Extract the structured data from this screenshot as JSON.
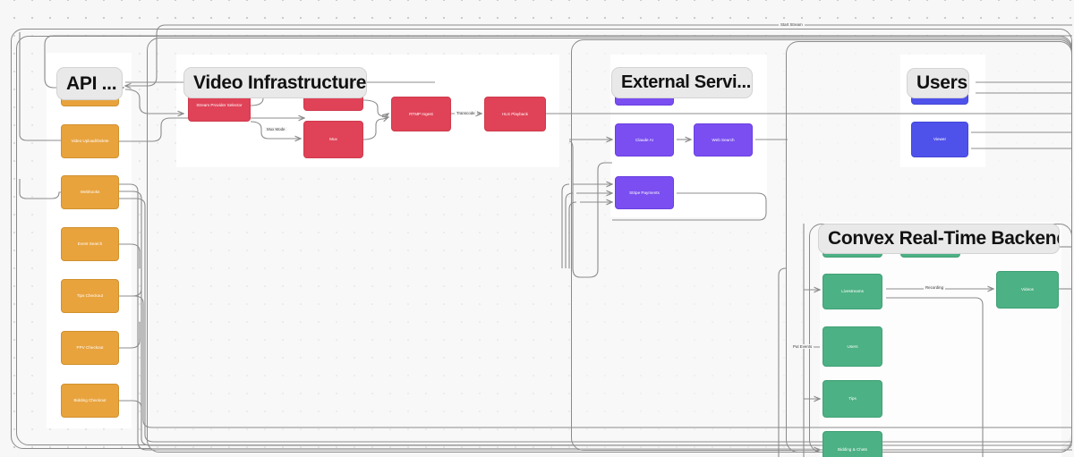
{
  "canvas": {
    "background_color": "#f7f7f7",
    "grid_dot_color": "#c9c9c9"
  },
  "palette": {
    "orange": "#e8a33d",
    "red": "#e04257",
    "purple": "#7a4ef0",
    "blue": "#4f52ea",
    "green": "#4cb184",
    "edge": "#8c8c8c",
    "group_border": "#8a8a8a",
    "group_title_bg": "#e9e9e9"
  },
  "groups": [
    {
      "id": "api",
      "title": "API ..."
    },
    {
      "id": "video",
      "title": "Video Infrastructure"
    },
    {
      "id": "external",
      "title": "External Servi..."
    },
    {
      "id": "users",
      "title": "Users"
    },
    {
      "id": "convex",
      "title": "Convex Real-Time Backend"
    }
  ],
  "nodes": {
    "api": [
      {
        "label": "",
        "color": "orange"
      },
      {
        "label": "Video Upload/Delete",
        "color": "orange"
      },
      {
        "label": "Webhooks",
        "color": "orange"
      },
      {
        "label": "Event Search",
        "color": "orange"
      },
      {
        "label": "Tips Checkout",
        "color": "orange"
      },
      {
        "label": "PPV Checkout",
        "color": "orange"
      },
      {
        "label": "Bidding Checkout",
        "color": "orange"
      }
    ],
    "video": [
      {
        "label": "Stream Provider Selector",
        "color": "red"
      },
      {
        "label": "",
        "color": "red"
      },
      {
        "label": "Mux",
        "color": "red"
      },
      {
        "label": "RTMP Ingest",
        "color": "red"
      },
      {
        "label": "HLS Playback",
        "color": "red"
      }
    ],
    "external": [
      {
        "label": "",
        "color": "purple"
      },
      {
        "label": "Claude AI",
        "color": "purple"
      },
      {
        "label": "Web Search",
        "color": "purple"
      },
      {
        "label": "Stripe Payments",
        "color": "purple"
      }
    ],
    "users": [
      {
        "label": "",
        "color": "blue"
      },
      {
        "label": "Viewer",
        "color": "blue"
      }
    ],
    "convex": [
      {
        "label": "",
        "color": "green"
      },
      {
        "label": "",
        "color": "green"
      },
      {
        "label": "Livestreams",
        "color": "green"
      },
      {
        "label": "Users",
        "color": "green"
      },
      {
        "label": "Tips",
        "color": "green"
      },
      {
        "label": "Bidding & Chats",
        "color": "green"
      },
      {
        "label": "Videos",
        "color": "green"
      }
    ]
  },
  "edge_labels": [
    {
      "id": "start-stream",
      "text": "Start Stream"
    },
    {
      "id": "mux-mode",
      "text": "Mux Mode"
    },
    {
      "id": "transcode",
      "text": "Transcode"
    },
    {
      "id": "recording",
      "text": "Recording"
    },
    {
      "id": "put-events",
      "text": "Put Events"
    }
  ]
}
